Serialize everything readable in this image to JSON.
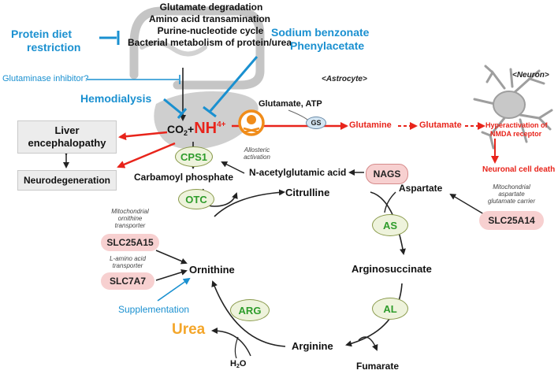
{
  "gut_processes": [
    "Glutamate degradation",
    "Amino acid transamination",
    "Purine-nucleotide cycle",
    "Bacterial metabolism of protein/urea"
  ],
  "interventions": {
    "protein_diet": [
      "Protein diet",
      "restriction"
    ],
    "sodium_benzoate": [
      "Sodium benzonate",
      "Phenylacetate"
    ],
    "glutaminase_inhibitor": "Glutaminase inhibitor?",
    "hemodialysis": "Hemodialysis",
    "supplementation": "Supplementation"
  },
  "cells": {
    "astrocyte": "<Astrocyte>",
    "neuron": "<Neuron>"
  },
  "ammonia": {
    "co2": "CO",
    "co2_sub": "2",
    "plus": "+",
    "nh": "NH",
    "nh_sup": "4+"
  },
  "clinical": {
    "liver": [
      "Liver",
      "encephalopathy"
    ],
    "neuro": "Neurodegeneration"
  },
  "astro_pathway": {
    "glutamate_atp": "Glutamate, ATP",
    "gs": "GS",
    "glutamine": "Glutamine",
    "glutamate": "Glutamate",
    "hyper": [
      "Hyperactivation of",
      "NMDA receptor"
    ],
    "death": "Neuronal cell death"
  },
  "urea_cycle": {
    "carbamoyl_phosphate": "Carbamoyl phosphate",
    "nag": "N-acetylglutamic acid",
    "allosteric": [
      "Allosteric",
      "activation"
    ],
    "citrulline": "Citrulline",
    "aspartate": "Aspartate",
    "argininosuccinate": "Arginosuccinate",
    "arginine": "Arginine",
    "fumarate": "Fumarate",
    "ornithine": "Ornithine",
    "urea": "Urea",
    "h2o": "H",
    "h2o_sub": "2",
    "h2o_tail": "O"
  },
  "enzymes": {
    "cps1": "CPS1",
    "otc": "OTC",
    "as": "AS",
    "al": "AL",
    "arg": "ARG",
    "nags": "NAGS"
  },
  "transporters": {
    "slc25a15": "SLC25A15",
    "slc25a15_desc": [
      "Mitochondrial",
      "ornithine",
      "transporter"
    ],
    "slc7a7": "SLC7A7",
    "slc7a7_desc": [
      "L-amino acid",
      "transporter"
    ],
    "slc25a14": "SLC25A14",
    "slc25a14_desc": [
      "Mitochondrial",
      "aspartate",
      "glutamate carrier"
    ]
  },
  "colors": {
    "blue": "#1a90d0",
    "red": "#e8241b",
    "green": "#2e9c2b",
    "urea": "#f4a62a",
    "enzyme_pink": "#f7d0d0",
    "enzyme_green_bg": "#eef3dc"
  }
}
